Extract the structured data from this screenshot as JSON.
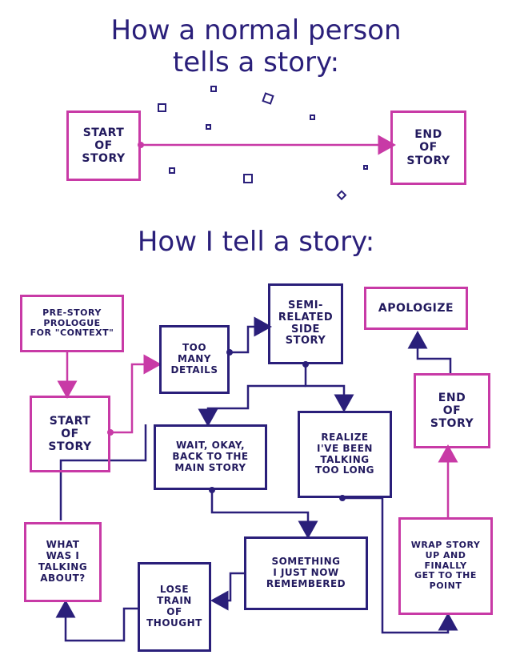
{
  "titles": {
    "normal": "How a normal person\ntells a story:",
    "mine": "How I tell a story:"
  },
  "normal_flow": {
    "start": "START\nOF\nSTORY",
    "end": "END\nOF\nSTORY"
  },
  "my_flow": {
    "prologue": "PRE-STORY\nPROLOGUE\nFOR \"CONTEXT\"",
    "start": "START\nOF\nSTORY",
    "too_many_details": "TOO\nMANY\nDETAILS",
    "semi_related": "SEMI-\nRELATED\nSIDE\nSTORY",
    "apologize": "APOLOGIZE",
    "end": "END\nOF\nSTORY",
    "wait_okay": "WAIT, OKAY,\nBACK TO THE\nMAIN STORY",
    "realize": "REALIZE\nI'VE BEEN\nTALKING\nTOO LONG",
    "what_was_i": "WHAT\nWAS I\nTALKING\nABOUT?",
    "something": "SOMETHING\nI JUST NOW\nREMEMBERED",
    "lose_train": "LOSE\nTRAIN\nOF\nTHOUGHT",
    "wrap_up": "WRAP STORY\nUP AND\nFINALLY\nGET TO THE\nPOINT"
  },
  "colors": {
    "navy": "#2a1f7a",
    "pink": "#c83aa6"
  }
}
